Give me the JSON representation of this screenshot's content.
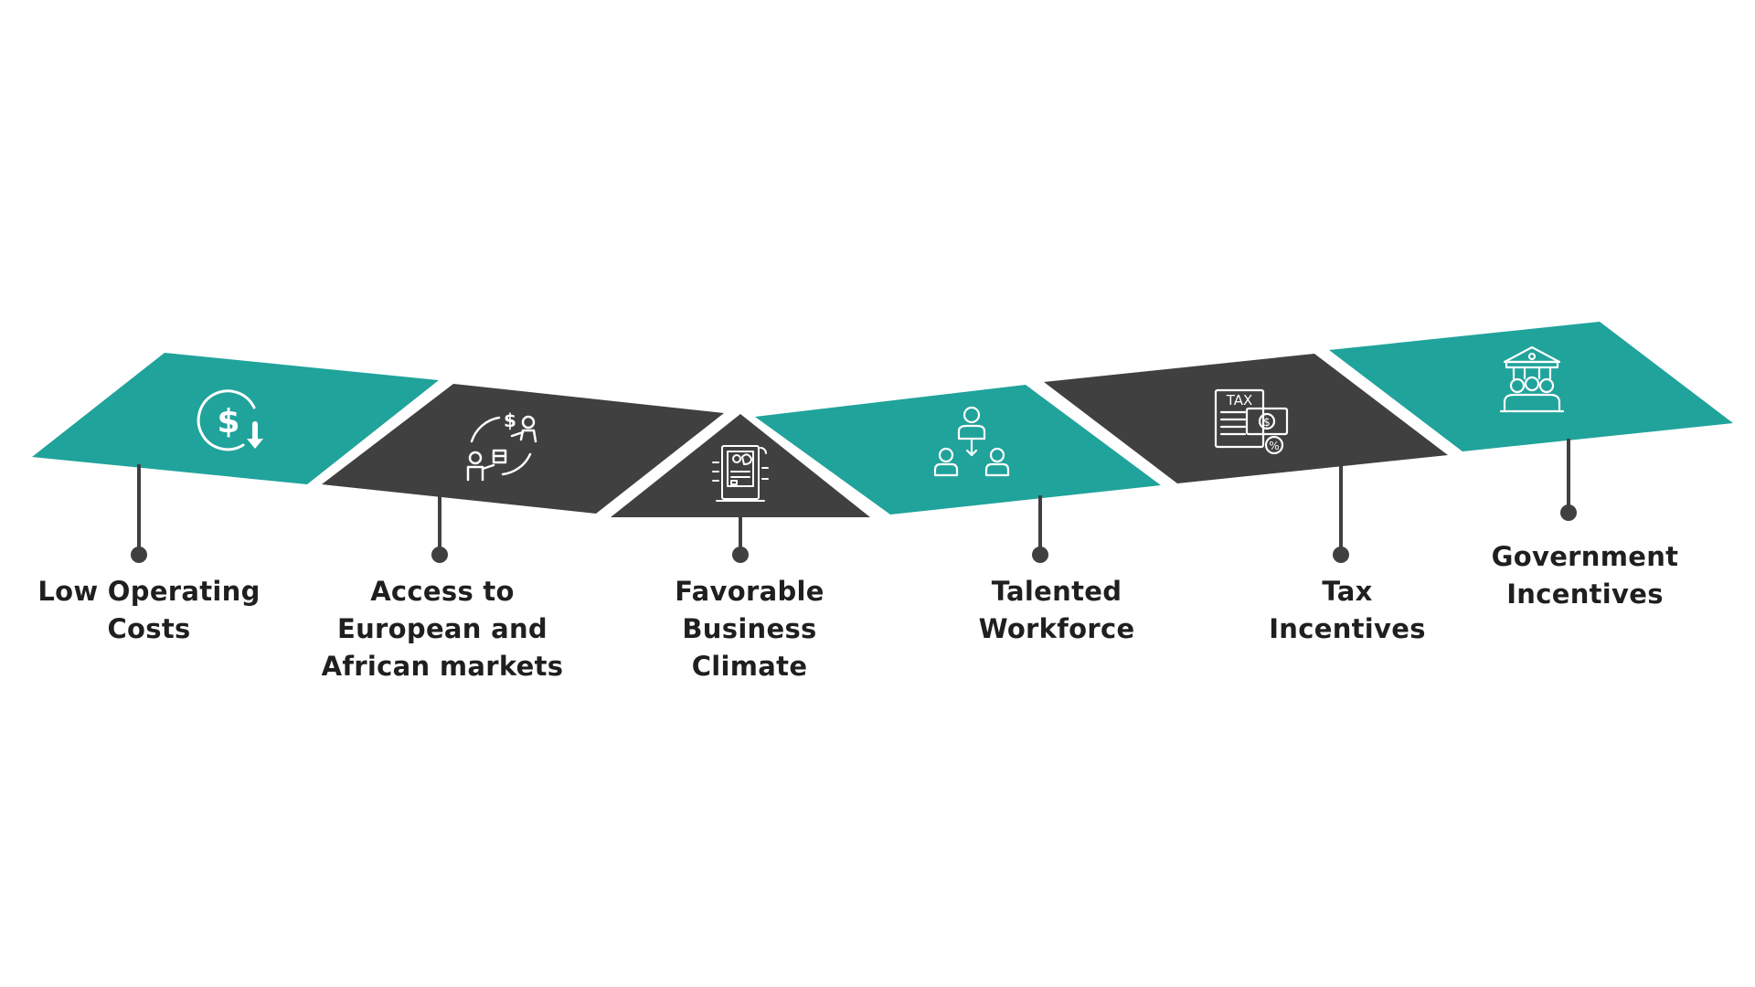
{
  "colors": {
    "teal": "#20A39B",
    "dark": "#404040",
    "text": "#1f1f1f",
    "connector": "#404040",
    "icon_stroke": "#ffffff"
  },
  "steps": [
    {
      "lines": [
        "Low Operating",
        "Costs"
      ],
      "icon": "dollar-cost-icon",
      "color": "teal"
    },
    {
      "lines": [
        "Access to",
        "European and",
        "African markets"
      ],
      "icon": "market-exchange-icon",
      "color": "dark"
    },
    {
      "lines": [
        "Favorable",
        "Business",
        "Climate"
      ],
      "icon": "business-dashboard-icon",
      "color": "dark"
    },
    {
      "lines": [
        "Talented",
        "Workforce"
      ],
      "icon": "team-hierarchy-icon",
      "color": "teal"
    },
    {
      "lines": [
        "Tax",
        "Incentives"
      ],
      "icon": "tax-document-icon",
      "color": "dark"
    },
    {
      "lines": [
        "Government",
        "Incentives"
      ],
      "icon": "government-building-icon",
      "color": "teal"
    }
  ]
}
